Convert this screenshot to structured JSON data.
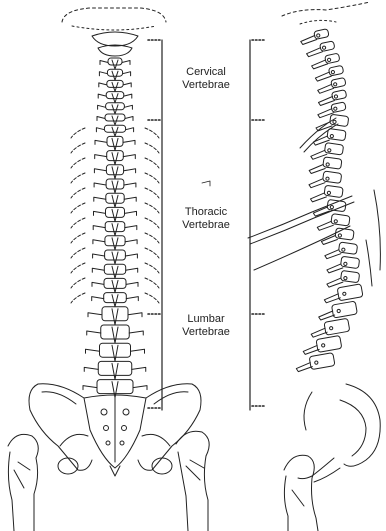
{
  "labels": {
    "cervical": {
      "line1": "Cervical",
      "line2": "Vertebrae"
    },
    "thoracic": {
      "line1": "Thoracic",
      "line2": "Vertebrae"
    },
    "lumbar": {
      "line1": "Lumbar",
      "line2": "Vertebrae"
    }
  },
  "colors": {
    "ink": "#222222",
    "paper": "#ffffff"
  },
  "illustrations": {
    "posterior_view": "spine-posterior-view",
    "lateral_view": "spine-lateral-view"
  }
}
